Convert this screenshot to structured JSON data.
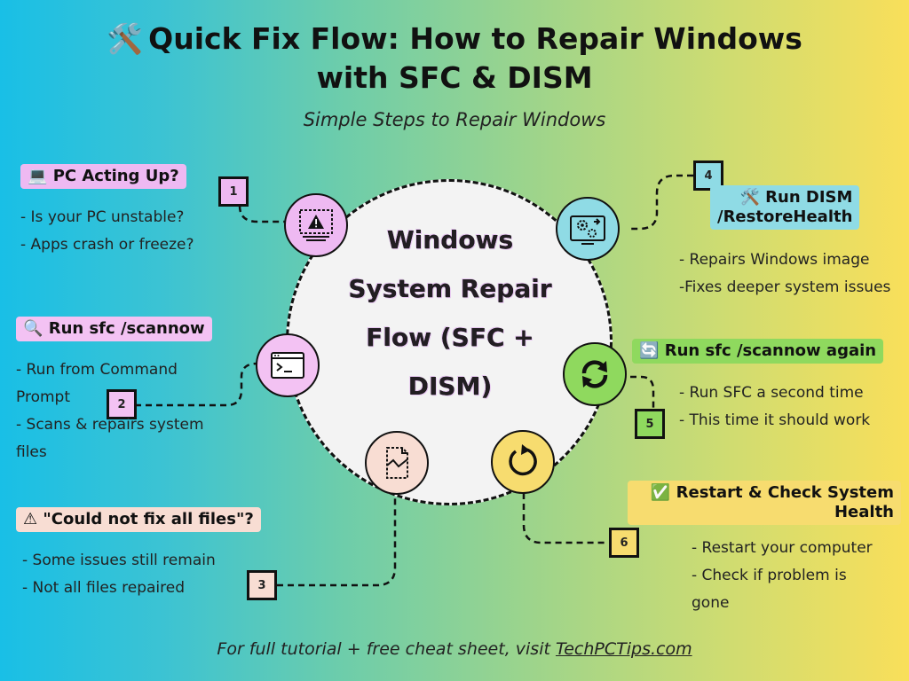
{
  "header": {
    "title_line1": "Quick Fix Flow: How to Repair Windows",
    "title_line2": "with SFC & DISM",
    "subtitle": "Simple Steps to Repair Windows"
  },
  "center": {
    "lines": [
      "Windows",
      "System Repair",
      "Flow (SFC +",
      "DISM)"
    ]
  },
  "steps": [
    {
      "number": "1",
      "emoji": "💻",
      "label": "PC Acting Up?",
      "bullets": [
        "- Is your PC unstable?",
        "- Apps crash or freeze?"
      ]
    },
    {
      "number": "2",
      "emoji": "🔍",
      "label": "Run sfc /scannow",
      "bullets": [
        "- Run from Command",
        "Prompt",
        "- Scans & repairs system",
        "files"
      ]
    },
    {
      "number": "3",
      "emoji": "⚠",
      "label": "\"Could not fix all files\"?",
      "bullets": [
        "- Some issues still remain",
        "- Not all files repaired"
      ]
    },
    {
      "number": "4",
      "emoji": "🛠️",
      "label_line1": "Run DISM",
      "label_line2": "/RestoreHealth",
      "bullets": [
        "- Repairs Windows image",
        "-Fixes deeper system issues"
      ]
    },
    {
      "number": "5",
      "emoji": "🔄",
      "label": "Run sfc /scannow again",
      "bullets": [
        "- Run SFC a second time",
        "- This time it should work"
      ]
    },
    {
      "number": "6",
      "emoji": "✅",
      "label_line1": "Restart & Check System",
      "label_line2": "Health",
      "bullets": [
        "- Restart your computer",
        "- Check if problem is",
        "gone"
      ]
    }
  ],
  "footer": {
    "text": "For full tutorial + free cheat sheet, visit ",
    "link": "TechPCTips.com"
  },
  "colors": {
    "step1": "#eeb9f2",
    "step2": "#f3c2f3",
    "step3": "#f8ddd3",
    "step4": "#8fdbe5",
    "step5": "#8fd95e",
    "step6": "#f7dc6f"
  }
}
